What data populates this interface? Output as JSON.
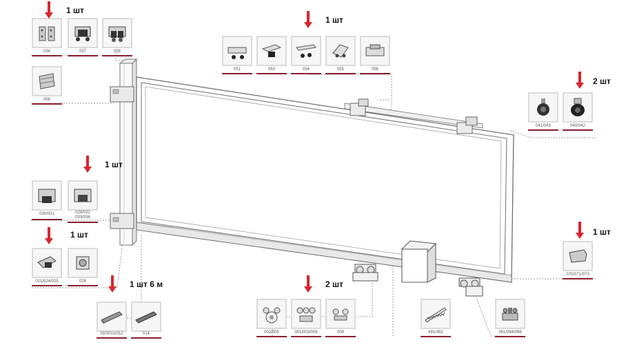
{
  "quantities": {
    "q_034": "1 шт",
    "q_054": "1 шт",
    "q_029": "1 шт",
    "q_040": "2 шт",
    "q_021": "1 шт",
    "q_070": "1 шт",
    "q_010": "1 шт 6 м",
    "q_001": "2 шт"
  },
  "parts": {
    "p034": "034",
    "p037": "037",
    "p038": "038",
    "p058": "058",
    "p051": "051",
    "p053": "053",
    "p054": "054",
    "p055": "055",
    "p056": "056",
    "p041": "041/043",
    "p040": "040/042",
    "p030": "030/031",
    "p029a": "029/032",
    "p029b": "033/036",
    "p021": "021/024/025",
    "p026": "026",
    "p070": "070/071/073",
    "p010": "010/011/012",
    "p014": "014",
    "p002": "002/005",
    "p001": "001/003/006",
    "p008": "008",
    "p491": "491/492",
    "p061": "061/064/066"
  },
  "colors": {
    "arrow": "#d8262e",
    "underline": "#8a1c2b",
    "leader": "#9a9a9a",
    "frame": "#6f6f6f"
  }
}
